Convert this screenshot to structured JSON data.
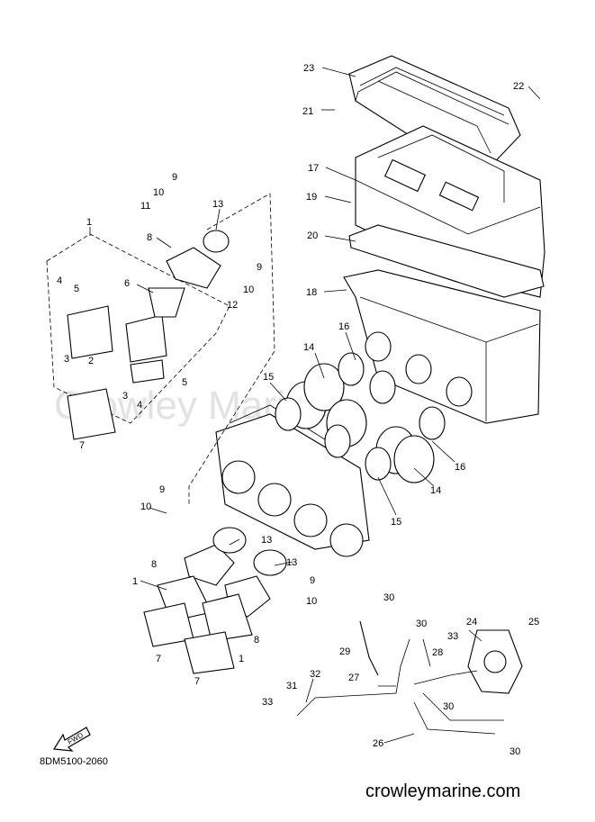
{
  "diagram_code": "8DM5100-2060",
  "site": "crowleymarine.com",
  "fwd_label": "FWD",
  "watermark": "Crowley Marine",
  "callouts": [
    "23",
    "22",
    "21",
    "17",
    "19",
    "20",
    "18",
    "1",
    "9",
    "10",
    "11",
    "13",
    "8",
    "9",
    "10",
    "4",
    "5",
    "6",
    "12",
    "16",
    "14",
    "3",
    "2",
    "15",
    "5",
    "3",
    "4",
    "7",
    "16",
    "14",
    "15",
    "9",
    "10",
    "13",
    "13",
    "8",
    "1",
    "9",
    "10",
    "7",
    "7",
    "8",
    "1",
    "30",
    "30",
    "24",
    "25",
    "29",
    "33",
    "28",
    "27",
    "32",
    "31",
    "30",
    "33",
    "26",
    "30"
  ]
}
